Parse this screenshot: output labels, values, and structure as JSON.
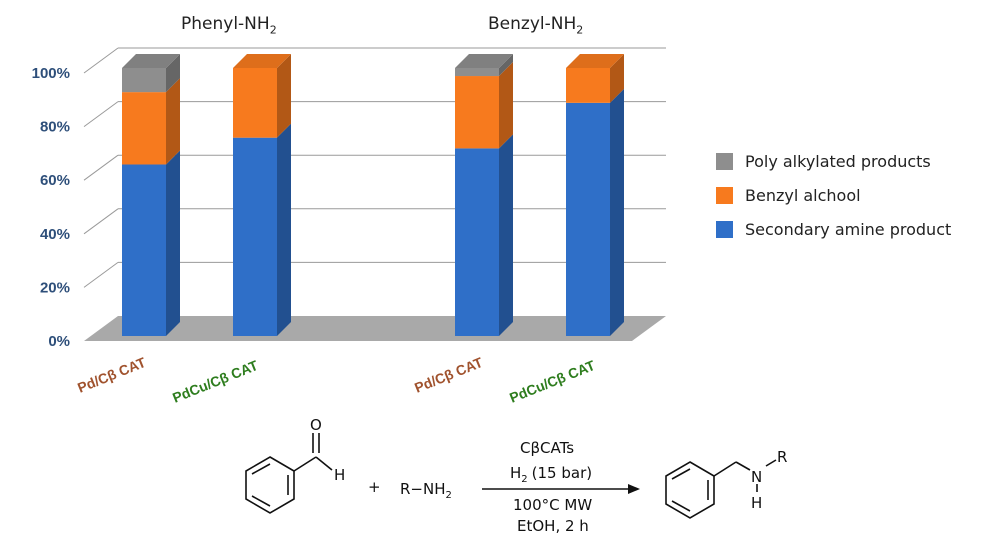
{
  "chart_data": {
    "type": "bar",
    "stacked": true,
    "three_d": true,
    "groups": [
      {
        "title": "Phenyl-NH",
        "subscript": "2"
      },
      {
        "title": "Benzyl-NH",
        "subscript": "2"
      }
    ],
    "categories": [
      "Pd/Cβ CAT",
      "PdCu/Cβ CAT",
      "Pd/Cβ CAT",
      "PdCu/Cβ CAT"
    ],
    "category_group": [
      0,
      0,
      1,
      1
    ],
    "category_colors": [
      "#a0522d",
      "#2e7d1e",
      "#a0522d",
      "#2e7d1e"
    ],
    "series": [
      {
        "name": "Secondary amine product",
        "color": "#2f6fc8",
        "values": [
          64,
          74,
          70,
          87
        ]
      },
      {
        "name": "Benzyl alchool",
        "color": "#f77a1e",
        "values": [
          27,
          26,
          27,
          13
        ]
      },
      {
        "name": "Poly alkylated products",
        "color": "#8e8e8e",
        "values": [
          9,
          0,
          3,
          0
        ]
      }
    ],
    "yticks": [
      "0%",
      "20%",
      "40%",
      "60%",
      "80%",
      "100%"
    ],
    "ylim": [
      0,
      100
    ],
    "grid": true,
    "legend_position": "right",
    "legend_order": [
      "Poly alkylated products",
      "Benzyl alchool",
      "Secondary amine product"
    ]
  },
  "scheme": {
    "aldehyde_O": "O",
    "aldehyde_H": "H",
    "plus": "+",
    "amine": "R−NH",
    "amine_sub": "2",
    "conditions": [
      "CβCATs",
      "H",
      "(15 bar)",
      "100°C MW",
      "EtOH, 2 h"
    ],
    "conditions_h2_sub": "2",
    "product_N": "N",
    "product_R": "R",
    "product_H": "H"
  }
}
